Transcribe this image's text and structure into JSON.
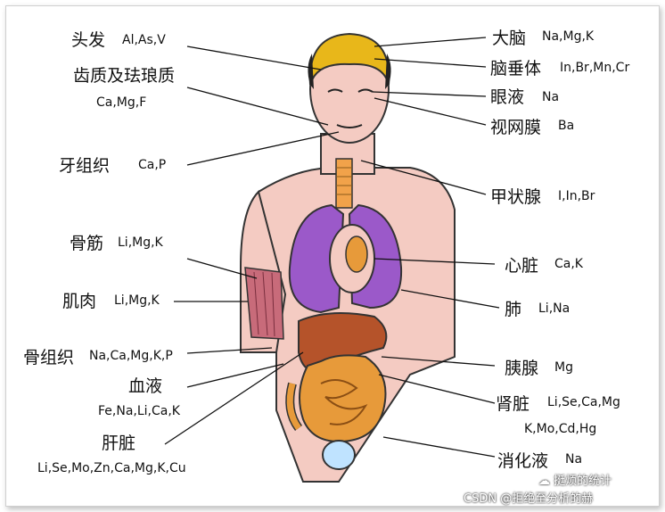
{
  "left_labels": [
    {
      "key": "hair",
      "name": "头发",
      "elements": "Al,As,V"
    },
    {
      "key": "enamel",
      "name": "齿质及珐琅质",
      "elements": "Ca,Mg,F"
    },
    {
      "key": "tooth",
      "name": "牙组织",
      "elements": "Ca,P"
    },
    {
      "key": "tendon",
      "name": "骨筋",
      "elements": "Li,Mg,K"
    },
    {
      "key": "muscle",
      "name": "肌肉",
      "elements": "Li,Mg,K"
    },
    {
      "key": "bone",
      "name": "骨组织",
      "elements": "Na,Ca,Mg,K,P"
    },
    {
      "key": "blood",
      "name": "血液",
      "elements": "Fe,Na,Li,Ca,K"
    },
    {
      "key": "liver",
      "name": "肝脏",
      "elements": "Li,Se,Mo,Zn,Ca,Mg,K,Cu"
    }
  ],
  "right_labels": [
    {
      "key": "brain",
      "name": "大脑",
      "elements": "Na,Mg,K"
    },
    {
      "key": "pituitary",
      "name": "脑垂体",
      "elements": "In,Br,Mn,Cr"
    },
    {
      "key": "tears",
      "name": "眼液",
      "elements": "Na"
    },
    {
      "key": "retina",
      "name": "视网膜",
      "elements": "Ba"
    },
    {
      "key": "thyroid",
      "name": "甲状腺",
      "elements": "I,In,Br"
    },
    {
      "key": "heart",
      "name": "心脏",
      "elements": "Ca,K"
    },
    {
      "key": "lung",
      "name": "肺",
      "elements": "Li,Na"
    },
    {
      "key": "pancreas",
      "name": "胰腺",
      "elements": "Mg"
    },
    {
      "key": "kidney",
      "name": "肾脏",
      "elements": "Li,Se,Ca,Mg",
      "elements2": "K,Mo,Cd,Hg"
    },
    {
      "key": "digestive",
      "name": "消化液",
      "elements": "Na"
    }
  ],
  "watermark": {
    "wechat_label": "挺烦的统计",
    "csdn_label": "CSDN @拒绝至分析的赫"
  },
  "colors": {
    "skin": "#f4cbc2",
    "hair": "#e8b71a",
    "lung": "#9b59c9",
    "liver": "#b5532a",
    "intestine": "#e79a3a",
    "muscle": "#c86b7a",
    "bladder": "#bfe3ff",
    "trachea": "#f1a24a"
  }
}
